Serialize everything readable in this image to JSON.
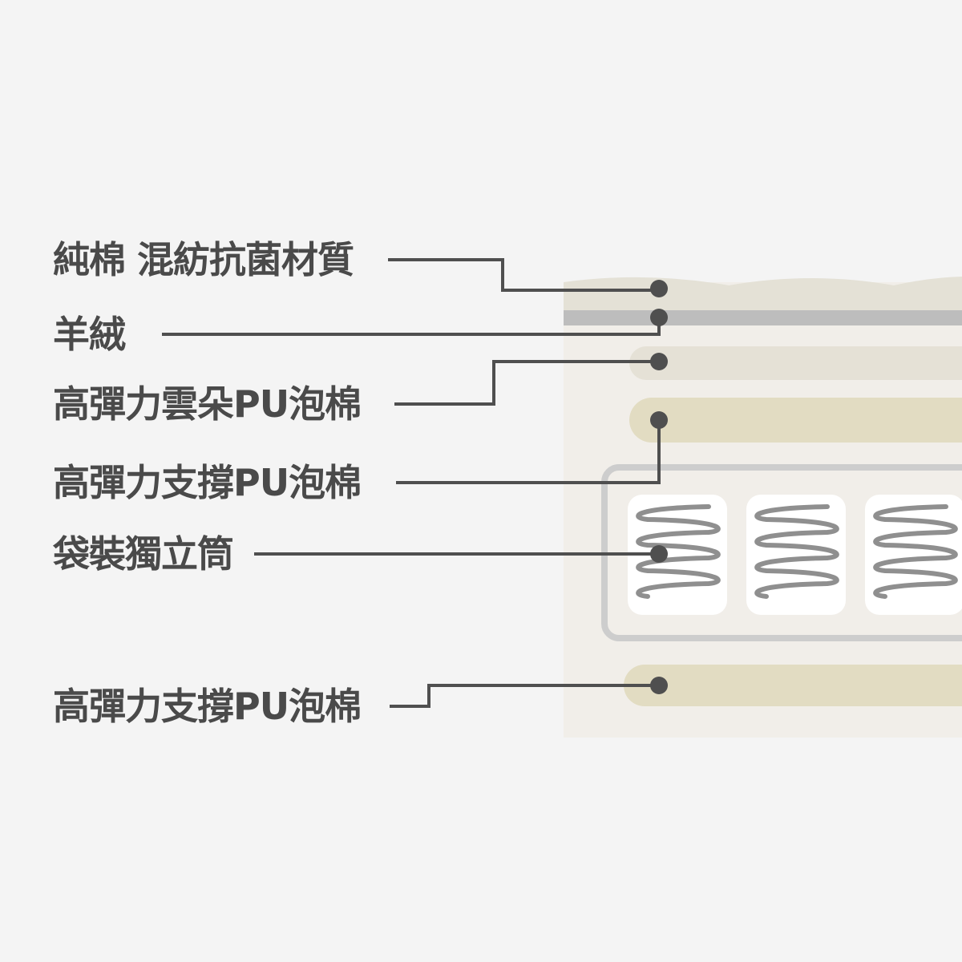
{
  "labels": {
    "cotton_blend": "純棉 混紡抗菌材質",
    "cashmere": "羊絨",
    "cloud_foam": "高彈力雲朵PU泡棉",
    "support_foam_upper": "高彈力支撐PU泡棉",
    "pocket_springs": "袋裝獨立筒",
    "support_foam_lower": "高彈力支撐PU泡棉"
  },
  "colors": {
    "background": "#f4f4f4",
    "mattress_body": "#f1eee9",
    "top_quilt": "#e4e1d6",
    "cashmere_band": "#bdbdbd",
    "cloud_foam": "#e5e1d6",
    "support_foam": "#e2dcc2",
    "spring_frame": "#cdcdcd",
    "spring_pocket": "#ffffff",
    "spring_coil": "#8f8f8f",
    "leader_line": "#4f4f4f",
    "label_text": "#4a4a4a"
  }
}
